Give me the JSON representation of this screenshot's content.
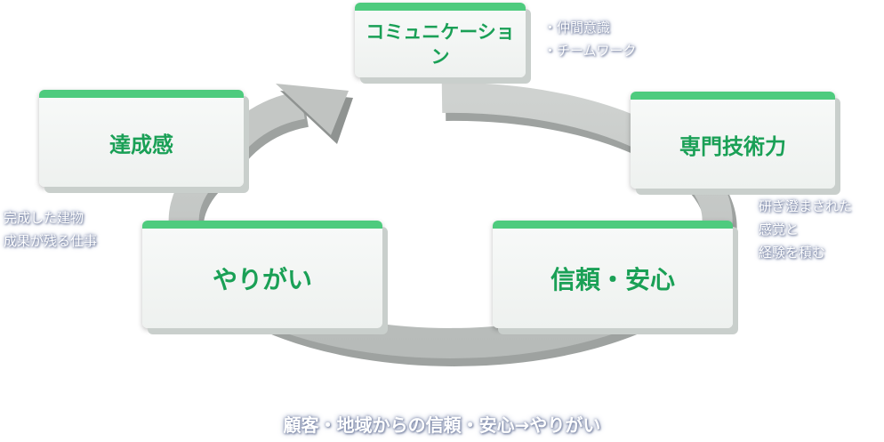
{
  "cards": {
    "communication": "コミュニケーション",
    "achievement": "達成感",
    "expertise": "専門技術力",
    "rewarding": "やりがい",
    "trust": "信頼・安心"
  },
  "notes": {
    "top": [
      "・仲間意識",
      "・チームワーク"
    ],
    "left": [
      "完成した建物",
      "成果が残る仕事"
    ],
    "right": [
      "研ぎ澄まされた",
      "感覚と",
      "経験を積む"
    ]
  },
  "footer": "顧客・地域からの信頼・安心→やりがい",
  "colors": {
    "card_accent": "#4ecb7e",
    "card_text": "#1aa056",
    "ring": "#c7cac8",
    "note_glow": "#8a95b5"
  }
}
